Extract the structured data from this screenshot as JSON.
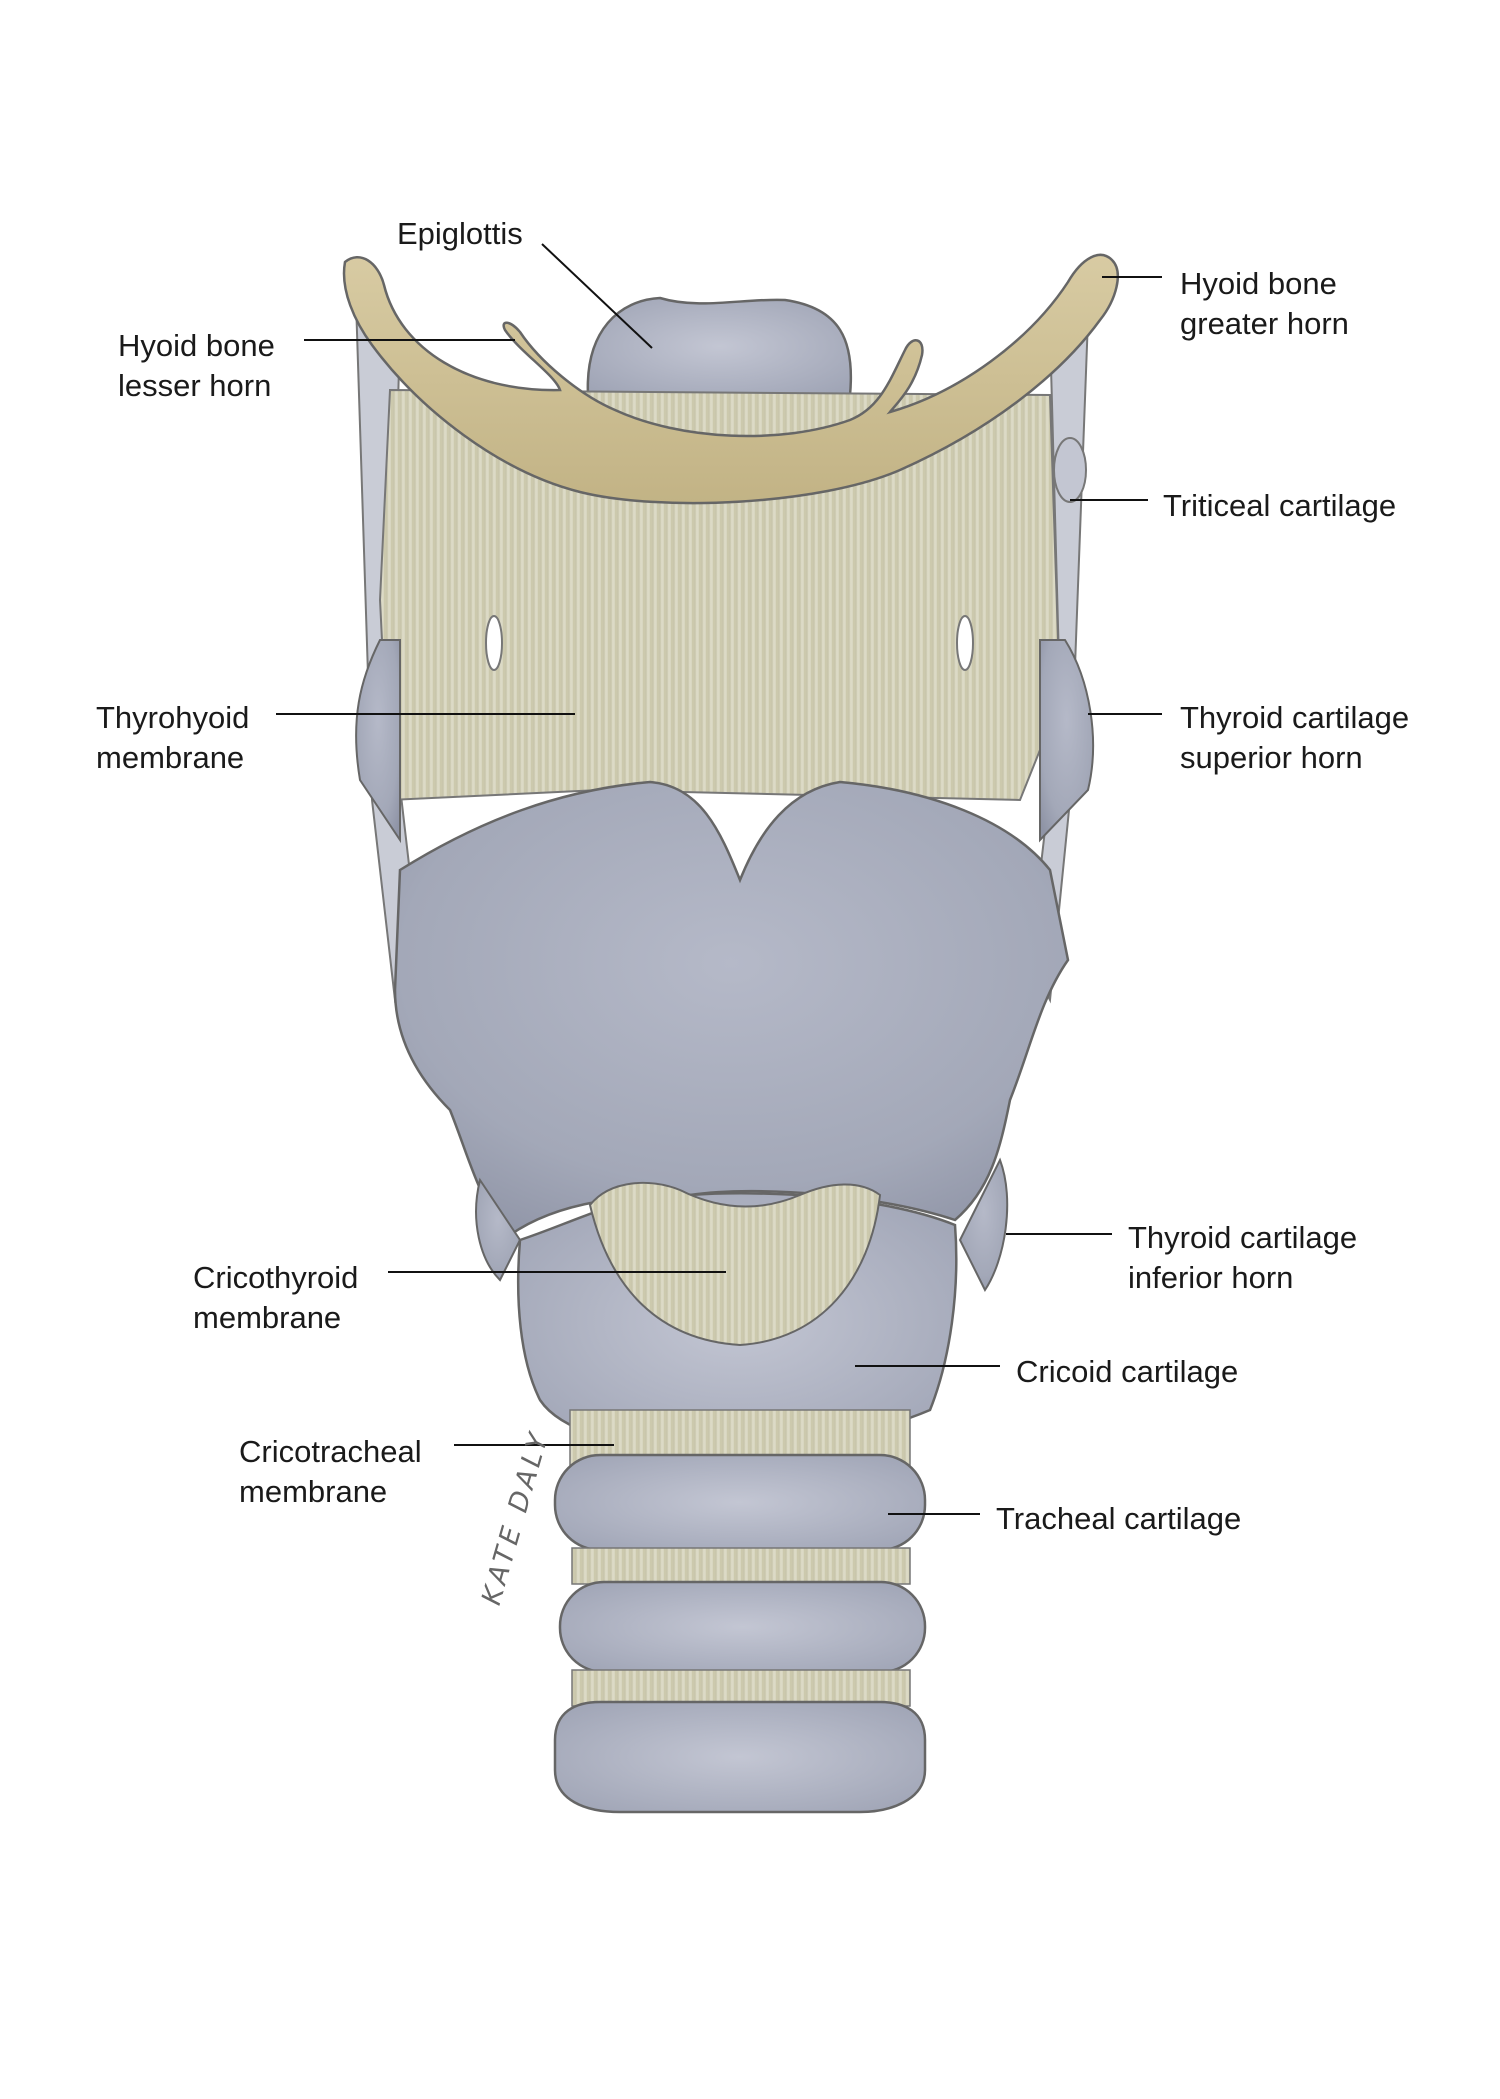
{
  "labels": {
    "epiglottis": [
      "Epiglottis"
    ],
    "hyoid_lesser": [
      "Hyoid bone",
      "lesser horn"
    ],
    "hyoid_greater": [
      "Hyoid bone",
      "greater horn"
    ],
    "triticeal": [
      "Triticeal cartilage"
    ],
    "thyrohyoid": [
      "Thyrohyoid",
      "membrane"
    ],
    "thyroid_superior": [
      "Thyroid cartilage",
      "superior horn"
    ],
    "cricothyroid": [
      "Cricothyroid",
      "membrane"
    ],
    "thyroid_inferior": [
      "Thyroid cartilage",
      "inferior horn"
    ],
    "cricoid": [
      "Cricoid cartilage"
    ],
    "cricotracheal": [
      "Cricotracheal",
      "membrane"
    ],
    "tracheal": [
      "Tracheal cartilage"
    ]
  },
  "signature": "KATE DALY",
  "colors": {
    "bone": "#cdbf96",
    "membrane": "#cfcdb2",
    "cartilage": "#a9adbd",
    "outline": "#6e6e6e",
    "leader": "#111111"
  }
}
